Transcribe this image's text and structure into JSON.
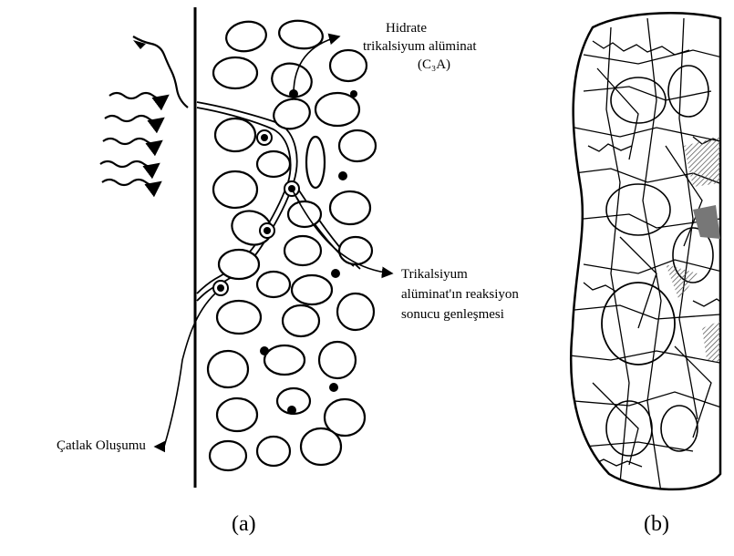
{
  "labels": {
    "hydrate_line1": "Hidrate",
    "hydrate_line2": "trikalsiyum alüminat",
    "hydrate_line3": "(C₃A)",
    "reaction_line1": "Trikalsiyum",
    "reaction_line2": "alüminat'ın reaksiyon",
    "reaction_line3": "sonucu genleşmesi",
    "crack": "Çatlak Oluşumu"
  },
  "captions": {
    "a": "(a)",
    "b": "(b)"
  },
  "colors": {
    "ink": "#000000",
    "background": "#ffffff",
    "shading": "#8a8a8a"
  }
}
